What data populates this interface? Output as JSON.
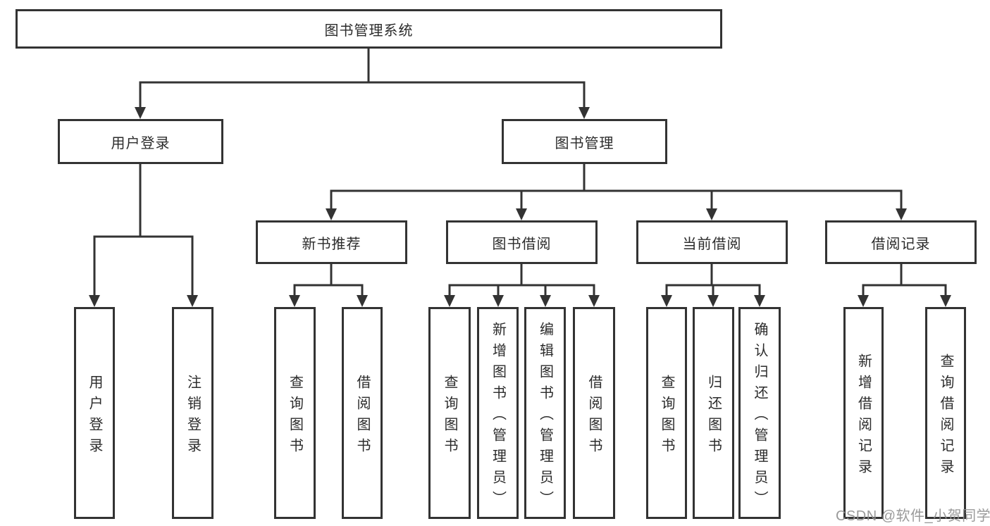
{
  "diagram_type": "hierarchy-tree",
  "colors": {
    "background": "#ffffff",
    "line": "#333333",
    "box_border": "#333333",
    "text": "#2b2b2b",
    "watermark": "#919191"
  },
  "tree": {
    "label": "图书管理系统",
    "children": [
      {
        "label": "用户登录",
        "children": [
          {
            "label": "用户登录"
          },
          {
            "label": "注销登录"
          }
        ]
      },
      {
        "label": "图书管理",
        "children": [
          {
            "label": "新书推荐",
            "children": [
              {
                "label": "查询图书"
              },
              {
                "label": "借阅图书"
              }
            ]
          },
          {
            "label": "图书借阅",
            "children": [
              {
                "label": "查询图书"
              },
              {
                "label": "新增图书（管理员）"
              },
              {
                "label": "编辑图书（管理员）"
              },
              {
                "label": "借阅图书"
              }
            ]
          },
          {
            "label": "当前借阅",
            "children": [
              {
                "label": "查询图书"
              },
              {
                "label": "归还图书"
              },
              {
                "label": "确认归还（管理员）"
              }
            ]
          },
          {
            "label": "借阅记录",
            "children": [
              {
                "label": "新增借阅记录"
              },
              {
                "label": "查询借阅记录"
              }
            ]
          }
        ]
      }
    ]
  },
  "watermark": {
    "text": "CSDN @软件_小贺同学"
  }
}
